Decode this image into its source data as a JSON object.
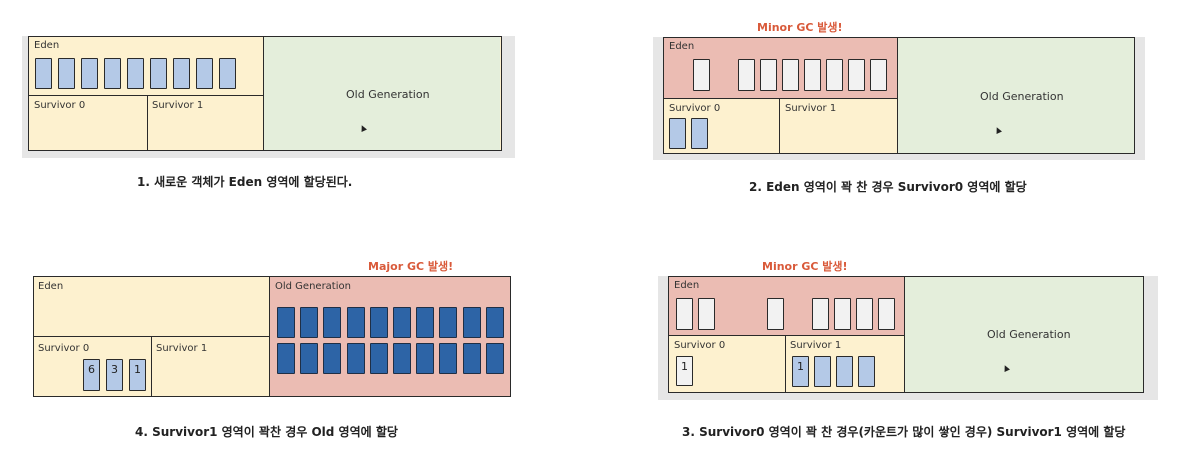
{
  "diagram1": {
    "eden_label": "Eden",
    "survivor0_label": "Survivor 0",
    "survivor1_label": "Survivor 1",
    "old_label": "Old Generation",
    "caption": "1. 새로운 객체가 Eden 영역에 할당된다."
  },
  "diagram2": {
    "gc_label": "Minor GC 발생!",
    "eden_label": "Eden",
    "survivor0_label": "Survivor 0",
    "survivor1_label": "Survivor 1",
    "old_label": "Old Generation",
    "caption": "2. Eden 영역이 꽉 찬 경우 Survivor0 영역에 할당"
  },
  "diagram4": {
    "gc_label": "Major GC 발생!",
    "eden_label": "Eden",
    "survivor0_label": "Survivor 0",
    "survivor1_label": "Survivor 1",
    "old_label": "Old Generation",
    "survivor0_counts": [
      "6",
      "3",
      "1"
    ],
    "caption": "4. Survivor1 영역이 꽉찬 경우 Old 영역에 할당"
  },
  "diagram3": {
    "gc_label": "Minor GC 발생!",
    "eden_label": "Eden",
    "survivor0_label": "Survivor 0",
    "survivor1_label": "Survivor 1",
    "old_label": "Old Generation",
    "survivor0_counts": [
      "1"
    ],
    "survivor1_counts": [
      "1"
    ],
    "caption": "3. Survivor0 영역이 꽉 찬 경우(카운트가 많이 쌓인 경우) Survivor1 영역에 할당"
  },
  "colors": {
    "young": "#fdf1cf",
    "collected": "#ebbcb3",
    "old": "#e4eedb",
    "new_object": "#b4c9e7",
    "dead_object": "#f2f2f2",
    "promoted_object": "#2d64a6",
    "gc_text": "#d95a3a"
  }
}
